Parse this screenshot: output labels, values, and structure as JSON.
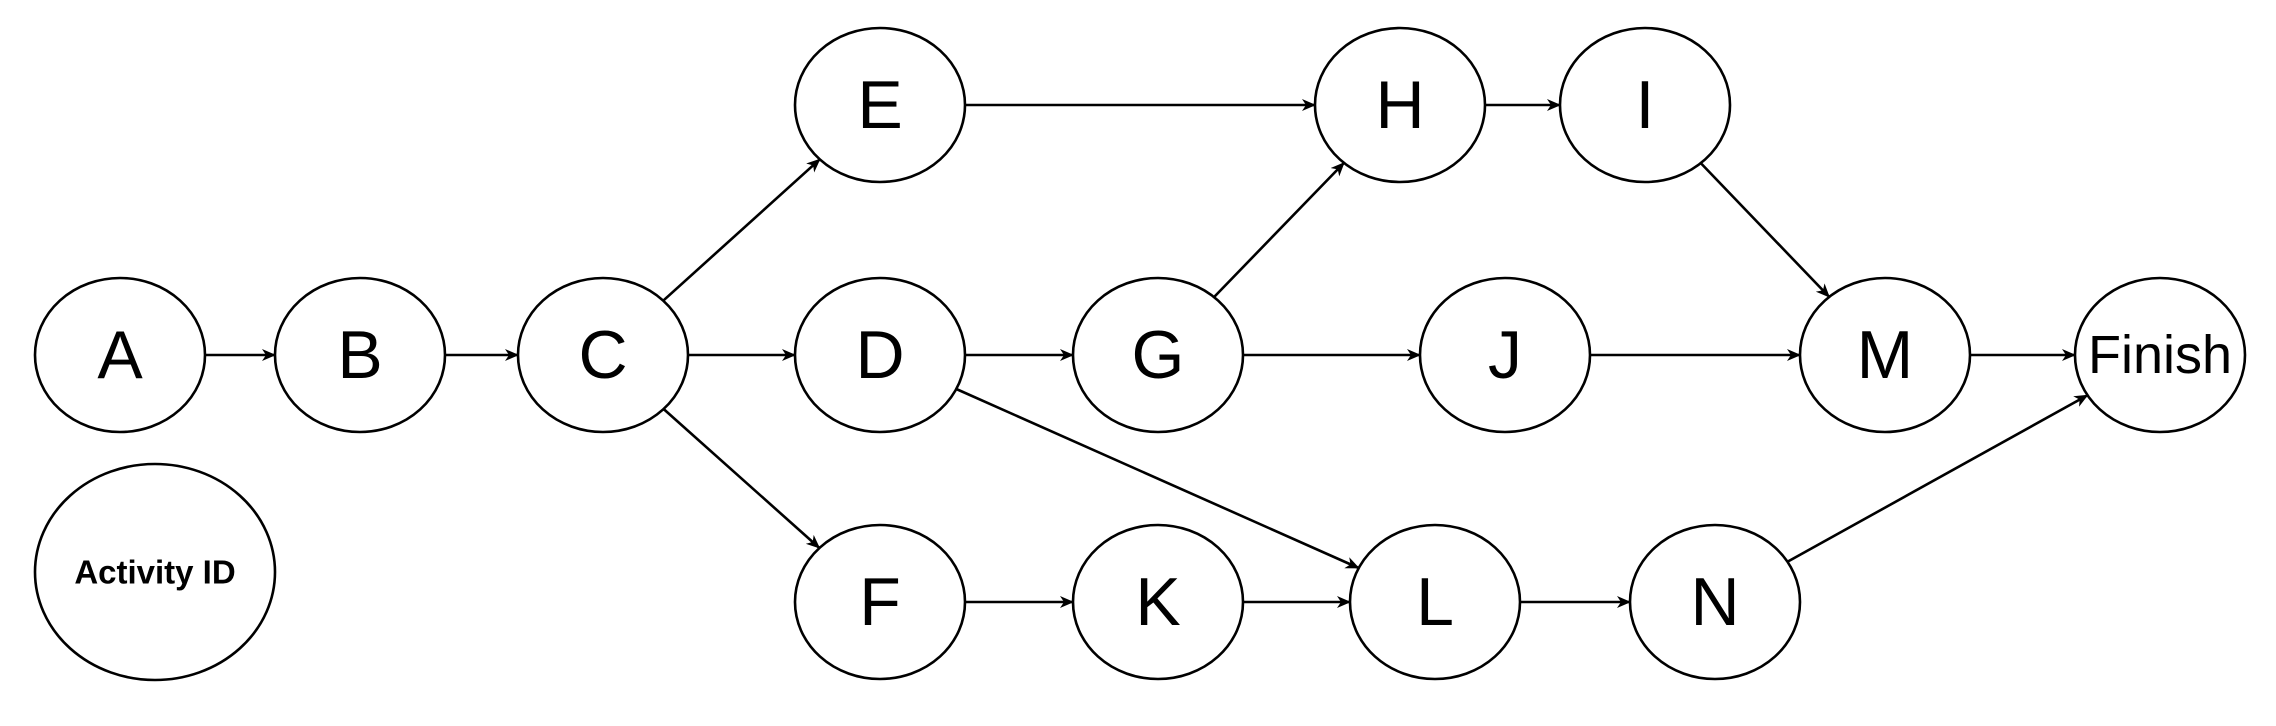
{
  "diagram": {
    "type": "activity-on-node network",
    "legend_label": "Activity ID",
    "nodes": [
      {
        "id": "A",
        "label": "A"
      },
      {
        "id": "B",
        "label": "B"
      },
      {
        "id": "C",
        "label": "C"
      },
      {
        "id": "D",
        "label": "D"
      },
      {
        "id": "E",
        "label": "E"
      },
      {
        "id": "F",
        "label": "F"
      },
      {
        "id": "G",
        "label": "G"
      },
      {
        "id": "H",
        "label": "H"
      },
      {
        "id": "I",
        "label": "I"
      },
      {
        "id": "J",
        "label": "J"
      },
      {
        "id": "K",
        "label": "K"
      },
      {
        "id": "L",
        "label": "L"
      },
      {
        "id": "M",
        "label": "M"
      },
      {
        "id": "N",
        "label": "N"
      },
      {
        "id": "Finish",
        "label": "Finish"
      }
    ],
    "edges": [
      {
        "from": "A",
        "to": "B"
      },
      {
        "from": "B",
        "to": "C"
      },
      {
        "from": "C",
        "to": "E"
      },
      {
        "from": "C",
        "to": "D"
      },
      {
        "from": "C",
        "to": "F"
      },
      {
        "from": "E",
        "to": "H"
      },
      {
        "from": "D",
        "to": "G"
      },
      {
        "from": "D",
        "to": "L"
      },
      {
        "from": "F",
        "to": "K"
      },
      {
        "from": "G",
        "to": "H"
      },
      {
        "from": "G",
        "to": "J"
      },
      {
        "from": "H",
        "to": "I"
      },
      {
        "from": "I",
        "to": "M"
      },
      {
        "from": "J",
        "to": "M"
      },
      {
        "from": "K",
        "to": "L"
      },
      {
        "from": "L",
        "to": "N"
      },
      {
        "from": "M",
        "to": "Finish"
      },
      {
        "from": "N",
        "to": "Finish"
      }
    ],
    "colors": {
      "stroke": "#000000",
      "node_fill": "#ffffff",
      "background": "#ffffff"
    }
  }
}
